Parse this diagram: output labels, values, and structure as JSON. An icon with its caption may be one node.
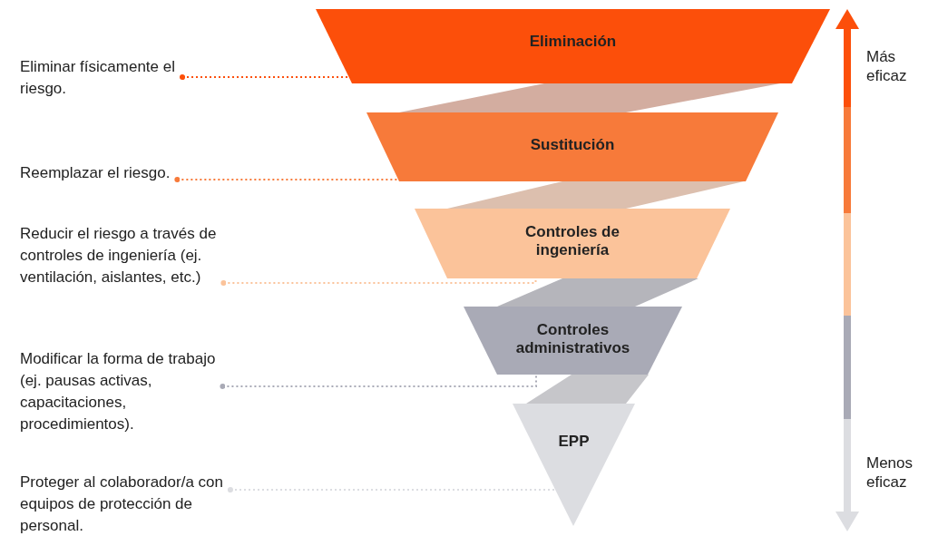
{
  "diagram": {
    "nodes": [
      {
        "text": [
          "Eliminación"
        ]
      },
      {
        "text": [
          "Sustitución"
        ]
      },
      {
        "text": [
          "Controles de ingeniería"
        ]
      },
      {
        "text": [
          "Controles administrativos"
        ]
      },
      {
        "text": [
          "EPP"
        ]
      },
      {
        "text": [
          "Eliminar físicamente el riesgo."
        ]
      },
      {
        "text": [
          "Reemplazar el riesgo."
        ]
      },
      {
        "text": [
          "Reducir el riesgo a través de controles de ingeniería (ej. ventilación, aislantes, etc.)"
        ]
      },
      {
        "text": [
          "Modificar la forma de trabajo (ej. pausas activas, capacitaciones, procedimientos)."
        ]
      },
      {
        "text": [
          "Proteger al colaborador/a con equipos de protección de personal."
        ]
      }
    ],
    "edges": [
      {
        "from": 5,
        "to": 0,
        "arrow": "other",
        "style": "dashed",
        "color": "#fc4f0a"
      },
      {
        "from": 6,
        "to": 1,
        "arrow": "other",
        "style": "dashed",
        "color": "#f77a3a"
      },
      {
        "from": 7,
        "to": 2,
        "arrow": "other",
        "style": "dashed",
        "color": "#fbc39a"
      },
      {
        "from": 8,
        "to": 3,
        "arrow": "other",
        "style": "dashed",
        "color": "#a9aab6"
      },
      {
        "from": 9,
        "to": 4,
        "arrow": "other",
        "style": "dashed",
        "color": "#dcdde1"
      }
    ],
    "labels": [
      "Más eficaz",
      "Menos eficaz"
    ]
  }
}
